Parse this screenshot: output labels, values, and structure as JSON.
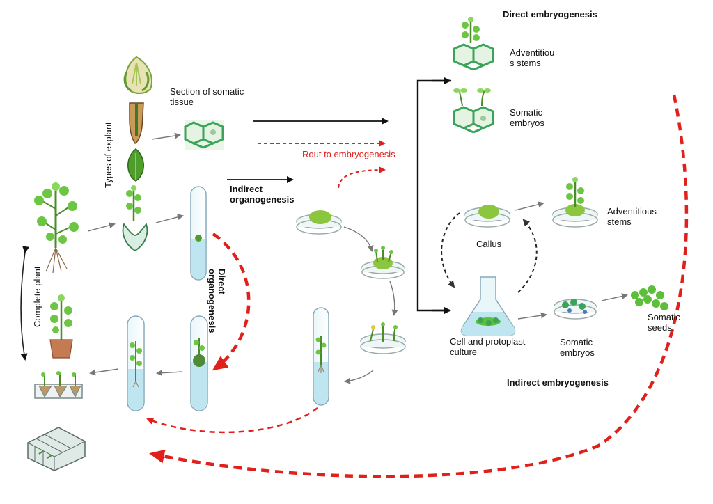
{
  "labels": {
    "direct_embryogenesis": "Direct embryogenesis",
    "adventitious_stems_top_1": "Adventitiou",
    "adventitious_stems_top_2": "s stems",
    "somatic_embryos_top_1": "Somatic",
    "somatic_embryos_top_2": "embryos",
    "section_somatic_1": "Section of somatic",
    "section_somatic_2": "tissue",
    "route_embryogenesis": "Rout to embryogenesis",
    "types_of_explant": "Types of explant",
    "indirect_organogenesis_1": "Indirect",
    "indirect_organogenesis_2": "organogenesis",
    "direct_organogenesis_1": "Direct",
    "direct_organogenesis_2": "organogenesis",
    "complete_plant": "Complete plant",
    "callus": "Callus",
    "adventitious_stems_mid_1": "Adventitious",
    "adventitious_stems_mid_2": "stems",
    "cell_protoplast_1": "Cell and protoplast",
    "cell_protoplast_2": "culture",
    "somatic_embryos_bottom_1": "Somatic",
    "somatic_embryos_bottom_2": "embryos",
    "somatic_seeds_1": "Somatic",
    "somatic_seeds_2": "seeds",
    "indirect_embryogenesis": "Indirect embryogenesis"
  },
  "colors": {
    "red_arrow": "#e0201b",
    "black_arrow": "#111111",
    "plant_green": "#5cbf3a",
    "cell_green": "#3aa35a",
    "tube_liquid": "#bfe6f0",
    "callus_green": "#8cc63f",
    "pot_brown": "#c57b52"
  }
}
